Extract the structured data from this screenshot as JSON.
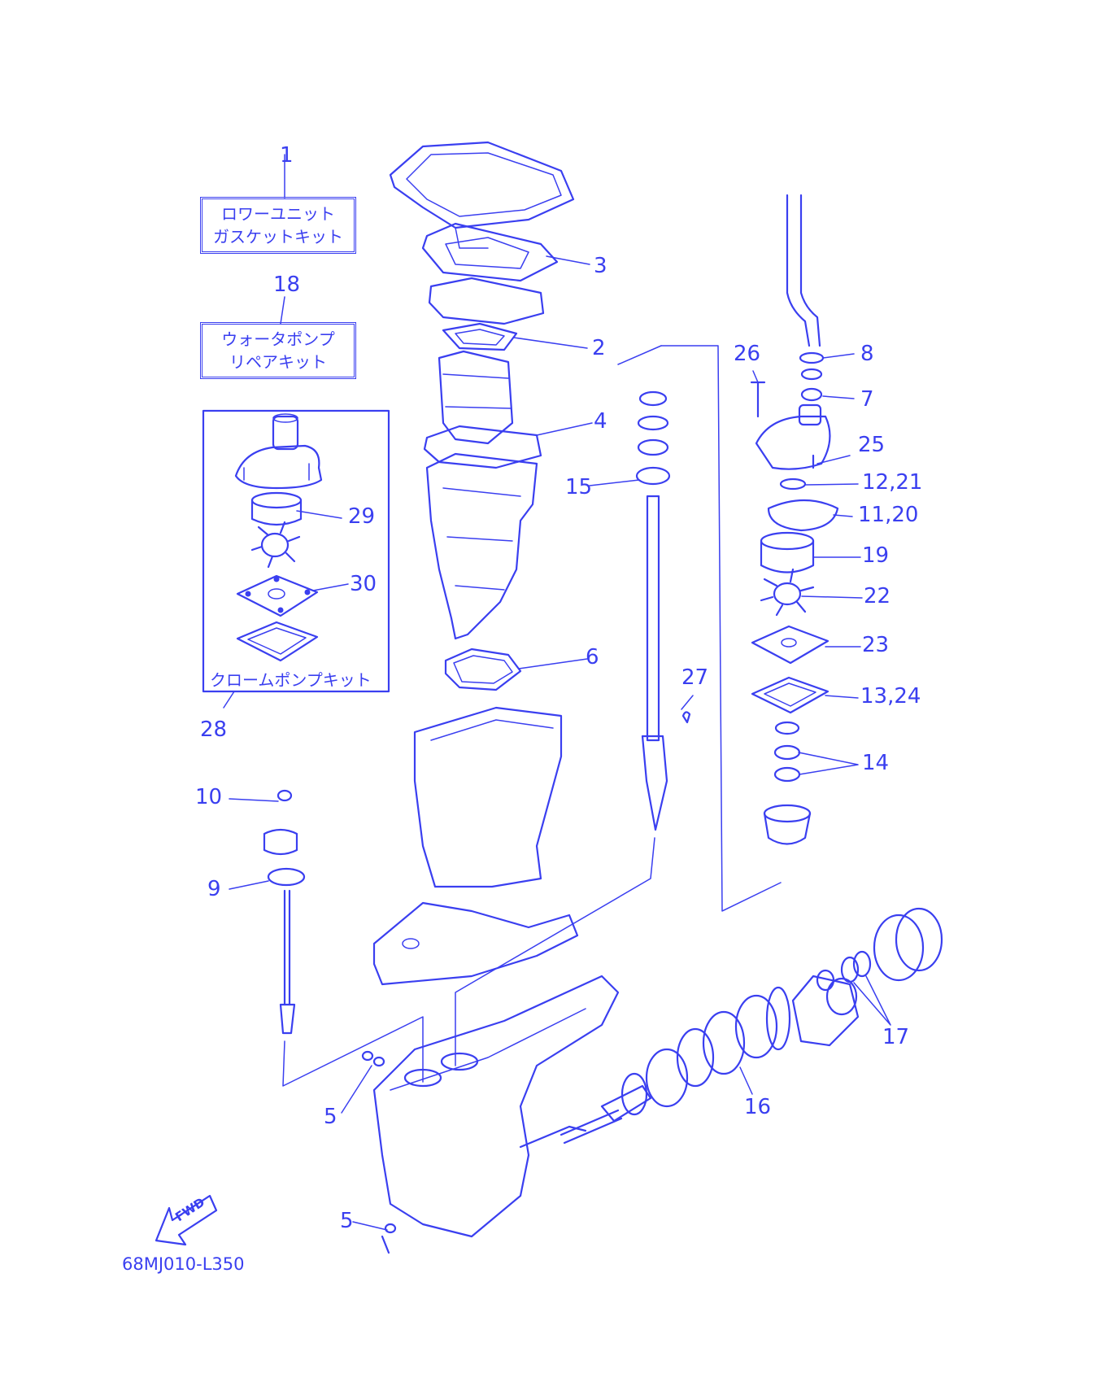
{
  "kits": {
    "lower_unit_gasket": {
      "number": "1",
      "line1": "ロワーユニット",
      "line2": "ガスケットキット"
    },
    "water_pump_repair": {
      "number": "18",
      "line1": "ウォータポンプ",
      "line2": "リペアキット"
    },
    "chrome_pump": {
      "number": "28",
      "label": "クロームポンプキット"
    }
  },
  "callouts": {
    "p2": "2",
    "p3": "3",
    "p4": "4",
    "p5a": "5",
    "p5b": "5",
    "p6": "6",
    "p7": "7",
    "p8": "8",
    "p9": "9",
    "p10": "10",
    "p11_20": "11,20",
    "p12_21": "12,21",
    "p13_24": "13,24",
    "p14": "14",
    "p15": "15",
    "p16": "16",
    "p17": "17",
    "p19": "19",
    "p22": "22",
    "p23": "23",
    "p25": "25",
    "p26": "26",
    "p27": "27",
    "p29": "29",
    "p30": "30"
  },
  "fwd": "FWD",
  "diagram_code": "68MJ010-L350",
  "colors": {
    "ink": "#3a3ff0",
    "background": "#ffffff"
  }
}
